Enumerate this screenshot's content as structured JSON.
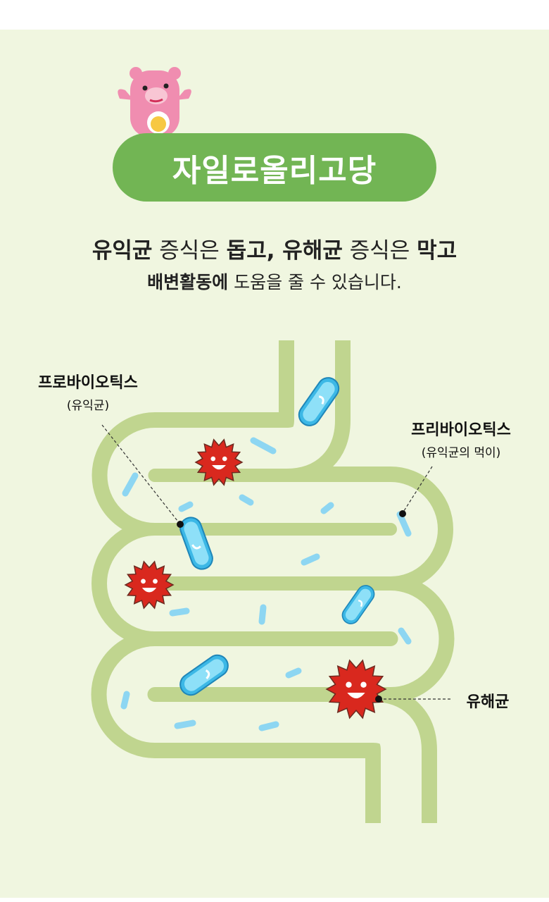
{
  "brand": {
    "title": "자일로올리고당"
  },
  "headline": {
    "line1": [
      {
        "text": "유익균",
        "bold": true
      },
      {
        "text": " 증식은 ",
        "bold": false
      },
      {
        "text": "돕고, 유해균",
        "bold": true
      },
      {
        "text": " 증식은 ",
        "bold": false
      },
      {
        "text": "막고",
        "bold": true
      }
    ],
    "line2": [
      {
        "text": "배변활동에",
        "bold": true
      },
      {
        "text": " 도움을 줄 수 있습니다.",
        "bold": false
      }
    ]
  },
  "labels": {
    "probiotics": {
      "title": "프로바이오틱스",
      "sub": "(유익균)"
    },
    "prebiotics": {
      "title": "프리바이오틱스",
      "sub": "(유익균의 먹이)"
    },
    "harmful": {
      "title": "유해균"
    }
  },
  "colors": {
    "background": "#f0f6e0",
    "accent": "#72b554",
    "intestine": "#c0d58f",
    "good": "#3cb8e6",
    "bad": "#d9281e"
  }
}
